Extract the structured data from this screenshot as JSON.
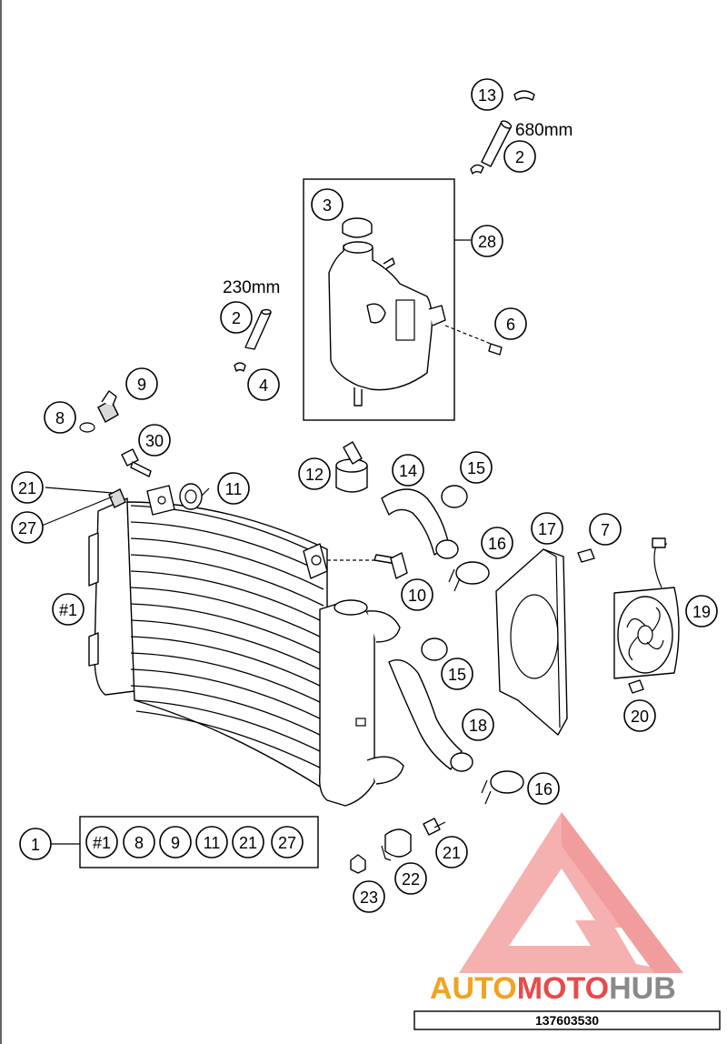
{
  "dimensions": {
    "upper_hose_length": "680mm",
    "lower_hose_length": "230mm"
  },
  "callouts": [
    {
      "id": "c13",
      "label": "13"
    },
    {
      "id": "c2a",
      "label": "2"
    },
    {
      "id": "c3",
      "label": "3"
    },
    {
      "id": "c28",
      "label": "28"
    },
    {
      "id": "c6",
      "label": "6"
    },
    {
      "id": "c2b",
      "label": "2"
    },
    {
      "id": "c4",
      "label": "4"
    },
    {
      "id": "c9",
      "label": "9"
    },
    {
      "id": "c8",
      "label": "8"
    },
    {
      "id": "c30",
      "label": "30"
    },
    {
      "id": "c21a",
      "label": "21"
    },
    {
      "id": "c27",
      "label": "27"
    },
    {
      "id": "c11",
      "label": "11"
    },
    {
      "id": "c12",
      "label": "12"
    },
    {
      "id": "c14",
      "label": "14"
    },
    {
      "id": "c15a",
      "label": "15"
    },
    {
      "id": "c17",
      "label": "17"
    },
    {
      "id": "c7",
      "label": "7"
    },
    {
      "id": "c16a",
      "label": "16"
    },
    {
      "id": "c10",
      "label": "10"
    },
    {
      "id": "c1hash",
      "label": "#1"
    },
    {
      "id": "c19",
      "label": "19"
    },
    {
      "id": "c15b",
      "label": "15"
    },
    {
      "id": "c20",
      "label": "20"
    },
    {
      "id": "c18",
      "label": "18"
    },
    {
      "id": "c16b",
      "label": "16"
    },
    {
      "id": "c1",
      "label": "1"
    },
    {
      "id": "c21b",
      "label": "21"
    },
    {
      "id": "c22",
      "label": "22"
    },
    {
      "id": "c23",
      "label": "23"
    }
  ],
  "kit": {
    "items": [
      "#1",
      "8",
      "9",
      "11",
      "21",
      "27"
    ]
  },
  "watermark": {
    "part1": "AUTO",
    "part2": "MOTO",
    "part3": "HUB",
    "color1": "#f2a21f",
    "color2": "#e84a4a",
    "color3": "#8a8a8a"
  },
  "reference_number": "137603530"
}
